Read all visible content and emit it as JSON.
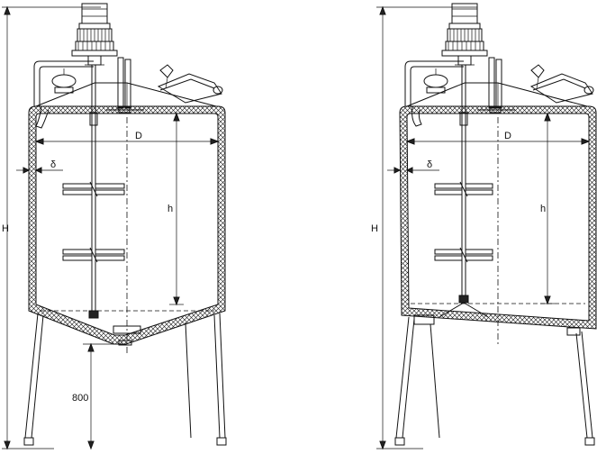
{
  "labels": {
    "height_total": "H",
    "diameter": "D",
    "wall_thickness": "δ",
    "liquid_height": "h",
    "leg_height": "800"
  },
  "colors": {
    "line": "#111111",
    "background": "#ffffff"
  }
}
